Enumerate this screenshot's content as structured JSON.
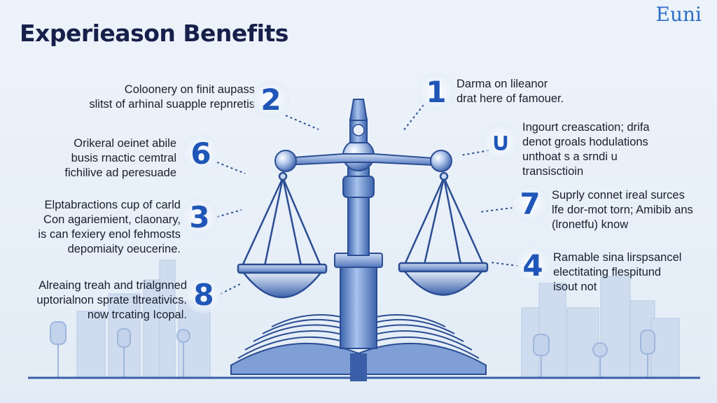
{
  "header": {
    "title": "Experieason Benefits",
    "brand": "Euni"
  },
  "benefits_left": [
    {
      "number": "2",
      "text": "Coloonery on finit aupass\nslitst of arhinal suapple repnretis"
    },
    {
      "number": "6",
      "text": "Orikeral oeinet abile\nbusis rnactic cemtral\nfichilive ad peresuade"
    },
    {
      "number": "3",
      "text": "Elptabractions cup of carld\nCon agariemient, claonary,\nis can fexiery enol fehmosts\ndepomiaity oeucerine."
    },
    {
      "number": "8",
      "text": "Alreaing treah and trialgnned\nuptorialnon sprate tltreativics.\nnow trcating Icopal."
    }
  ],
  "benefits_right": [
    {
      "number": "1",
      "text": "Darma on lileanor\ndrat here of famouer."
    },
    {
      "number": "∪",
      "icon": "magnet-icon",
      "text": "Ingourt creascation; drifa\ndenot groals hodulations\nunthoat s a srndi u\ntransisctioin"
    },
    {
      "number": "7",
      "text": "Suprly connet ireal surces\nlfe dor-mot torn; Amibib ans\n(lronetfu) know"
    },
    {
      "number": "4",
      "text": "Ramable sina lirspsancel\nelectitating flespitund\nisout not"
    }
  ],
  "colors": {
    "accent": "#1f56b8",
    "title": "#17204a",
    "steel": "#5f86c8",
    "steel_dark": "#3a5fa8",
    "steel_light": "#c7d8f1"
  }
}
